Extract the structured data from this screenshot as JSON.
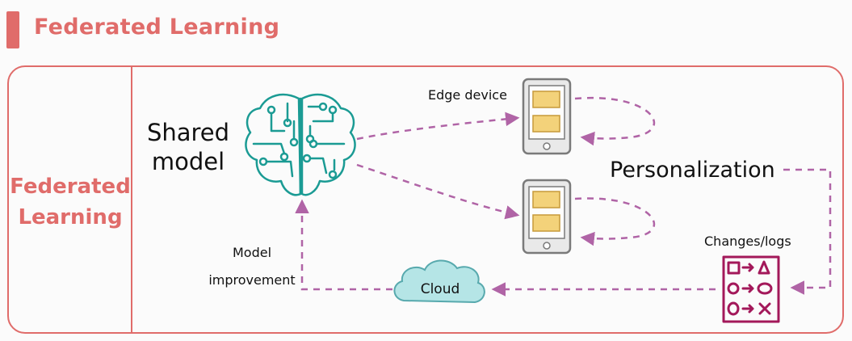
{
  "title": "Federated Learning",
  "side_label": [
    "Federated",
    "Learning"
  ],
  "shared_model_label": [
    "Shared",
    "model"
  ],
  "edge_device_label": "Edge device",
  "personalization_label": "Personalization",
  "changes_logs_label": "Changes/logs",
  "model_improvement_label": [
    "Model",
    "improvement"
  ],
  "cloud_label": "Cloud",
  "colors": {
    "accent": "#e06c6a",
    "arrow": "#b064a6",
    "brain": "#1b9b94",
    "cloud_fill": "#b5e5e6",
    "doc": "#a3185a",
    "screen_tile": "#f3d27a",
    "device": "#7a7a7a"
  },
  "icons": [
    "brain-circuit-icon",
    "tablet-icon",
    "cloud-icon",
    "checklist-icon"
  ]
}
